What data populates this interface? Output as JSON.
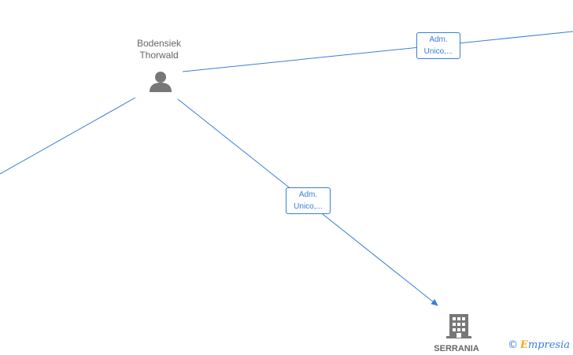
{
  "nodes": {
    "person": {
      "first_line": "Bodensiek",
      "second_line": "Thorwald",
      "icon": "person-icon"
    },
    "company": {
      "name": "SERRANIA",
      "icon": "building-icon"
    }
  },
  "edges": {
    "to_right": {
      "label_line1": "Adm.",
      "label_line2": "Unico,..."
    },
    "to_company": {
      "label_line1": "Adm.",
      "label_line2": "Unico,..."
    }
  },
  "watermark": {
    "copyright": "©",
    "brand_first": "E",
    "brand_rest": "mpresia"
  },
  "colors": {
    "edge": "#3a7ed8",
    "icon": "#777777",
    "label_text": "#666666",
    "brand_accent": "#f5a623"
  }
}
